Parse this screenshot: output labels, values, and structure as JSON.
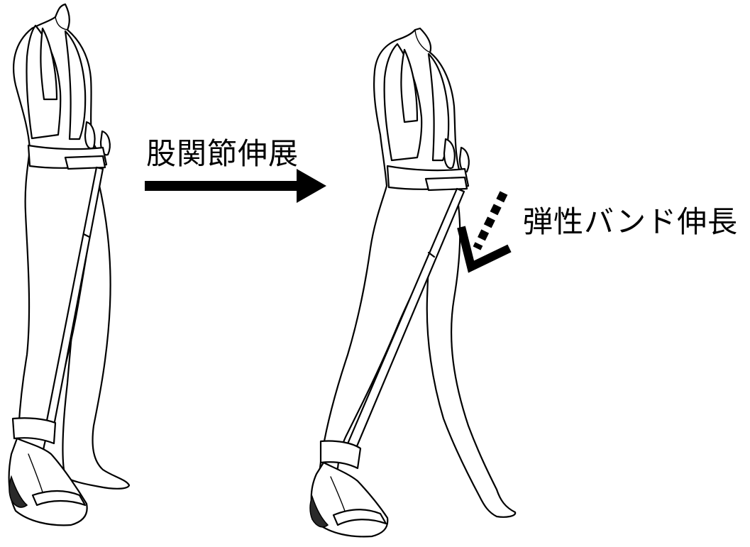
{
  "labels": {
    "hip_extension": "股関節伸展",
    "band_stretch": "弾性バンド伸長"
  },
  "colors": {
    "line": "#000000",
    "background": "#ffffff",
    "shoe_dark": "#2a2a2a"
  },
  "icons": {
    "main_arrow": "right-arrow",
    "stretch_arrow": "dotted-diagonal-arrow"
  }
}
